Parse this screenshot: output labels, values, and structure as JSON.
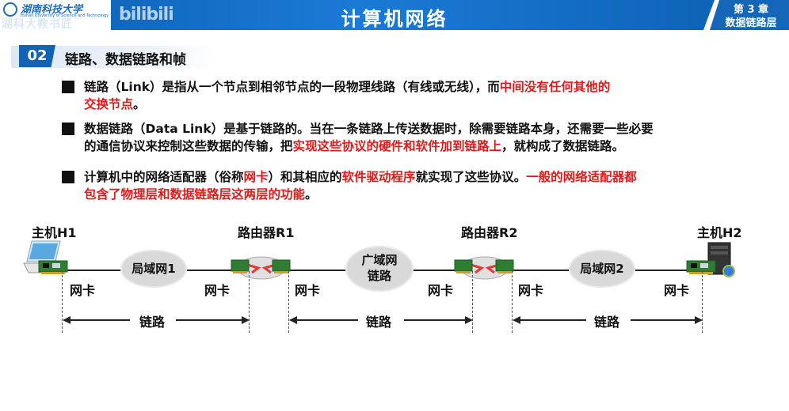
{
  "header": {
    "logo_cn": "湖南科技大学",
    "logo_en": "Hunan University of Science and Technology",
    "watermark": "湖科大教书匠",
    "bili": "bilibili",
    "title": "计算机网络",
    "chapter_num": "第 3 章",
    "chapter_name": "数据链路层"
  },
  "section": {
    "number": "02",
    "title": "链路、数据链路和帧"
  },
  "bullets": [
    {
      "line1_pre": "链路（Link）是指从一个节点到相邻节点的一段物理线路（有线或无线），而",
      "line1_red": "中间没有任何其他的",
      "line2_red": "交换节点",
      "line2_post": "。"
    },
    {
      "line1": "数据链路（Data Link）是基于链路的。当在一条链路上传送数据时，除需要链路本身，还需要一些必要",
      "line2_pre": "的通信协议来控制这些数据的传输，把",
      "line2_red": "实现这些协议的硬件和软件加到链路上",
      "line2_post": "，就构成了数据链路。"
    },
    {
      "line1_pre": "计算机中的网络适配器（俗称",
      "line1_red1": "网卡",
      "line1_mid": "）和其相应的",
      "line1_red2": "软件驱动程序",
      "line1_mid2": "就实现了这些协议。",
      "line1_red3": "一般的网络适配器都",
      "line2_red": "包含了物理层和数据链路层这两层的功能",
      "line2_post": "。"
    }
  ],
  "diagram": {
    "host1": "主机H1",
    "router1": "路由器R1",
    "router2": "路由器R2",
    "host2": "主机H2",
    "lan1": "局域网1",
    "wan_line1": "广域网",
    "wan_line2": "链路",
    "lan2": "局域网2",
    "nic_labels": [
      "网卡",
      "网卡",
      "网卡",
      "网卡",
      "网卡",
      "网卡"
    ],
    "link_labels": [
      "链路",
      "链路",
      "链路"
    ],
    "colors": {
      "red_text": "#e01a1a",
      "header_blue": "#1466b8",
      "cloud_gray": "#d9d9d9"
    }
  }
}
